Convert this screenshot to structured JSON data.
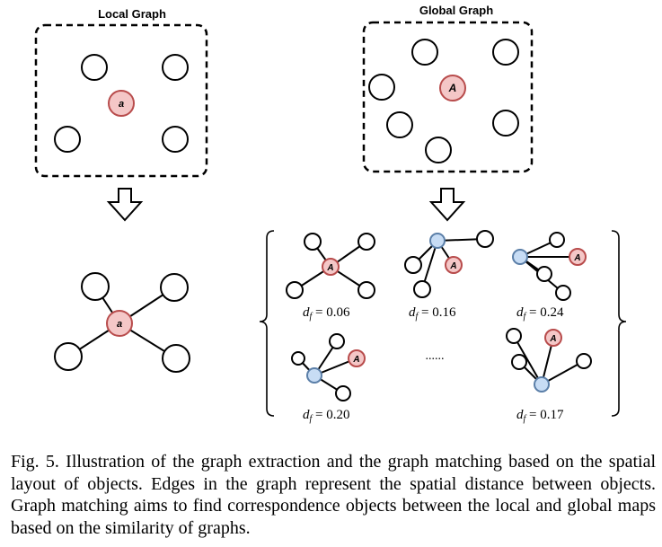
{
  "local_graph": {
    "title": "Local Graph",
    "center_label": "a",
    "matched_center_label": "a"
  },
  "global_graph": {
    "title": "Global Graph",
    "center_label": "A"
  },
  "candidates": [
    {
      "node_label": "A",
      "df_label": "d",
      "df_sub": "f",
      "df_value": " = 0.06"
    },
    {
      "node_label": "A",
      "df_label": "d",
      "df_sub": "f",
      "df_value": " = 0.16"
    },
    {
      "node_label": "A",
      "df_label": "d",
      "df_sub": "f",
      "df_value": " = 0.24"
    },
    {
      "node_label": "A",
      "df_label": "d",
      "df_sub": "f",
      "df_value": " = 0.20"
    },
    {
      "node_label": "A",
      "df_label": "d",
      "df_sub": "f",
      "df_value": " = 0.17"
    }
  ],
  "ellipsis": "......",
  "caption": "Fig. 5.  Illustration of the graph extraction and the graph matching based on the spatial layout of objects. Edges in the graph represent the spatial distance between objects. Graph matching aims to find correspondence objects between the local and global maps based on the similarity of graphs.",
  "colors": {
    "highlight_fill": "#f4c7c7",
    "highlight_stroke": "#b84c4c",
    "hub_fill": "#c7dcf4",
    "hub_stroke": "#5b7fa8"
  }
}
